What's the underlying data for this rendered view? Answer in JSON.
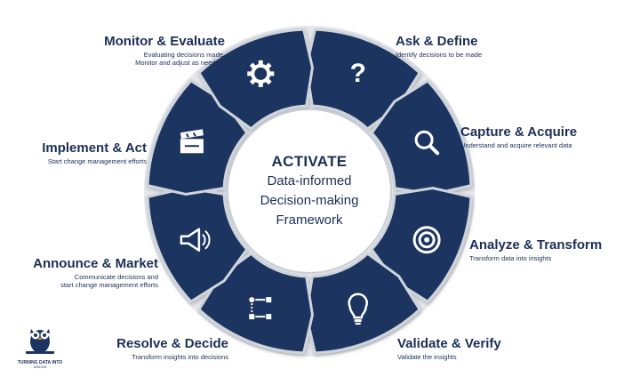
{
  "center": {
    "heading": "ACTIVATE",
    "line1": "Data-informed",
    "line2": "Decision-making",
    "line3": "Framework"
  },
  "steps": [
    {
      "title": "Ask & Define",
      "desc": "Identify decisions to be made",
      "icon": "question-icon"
    },
    {
      "title": "Capture & Acquire",
      "desc": "Understand and acquire relevant data",
      "icon": "magnifier-icon"
    },
    {
      "title": "Analyze & Transform",
      "desc": "Transform data into insights",
      "icon": "target-icon"
    },
    {
      "title": "Validate & Verify",
      "desc": "Validate the insights",
      "icon": "lightbulb-icon"
    },
    {
      "title": "Resolve & Decide",
      "desc": "Transform insights into decisions",
      "icon": "flowchart-icon"
    },
    {
      "title": "Announce & Market",
      "desc": "Communicate decisions and start change management efforts",
      "icon": "megaphone-icon"
    },
    {
      "title": "Implement & Act",
      "desc": "Start change management efforts",
      "icon": "clapperboard-icon"
    },
    {
      "title": "Monitor & Evaluate",
      "desc": "Evaluating decisions made. Monitor and adjust as needed.",
      "icon": "gear-icon"
    }
  ],
  "logo": {
    "text": "TURNING DATA INTO",
    "subtext": "WISDOM"
  },
  "colors": {
    "segment": "#1c3461",
    "gap": "#cfd4dc",
    "text": "#1b2f57"
  }
}
